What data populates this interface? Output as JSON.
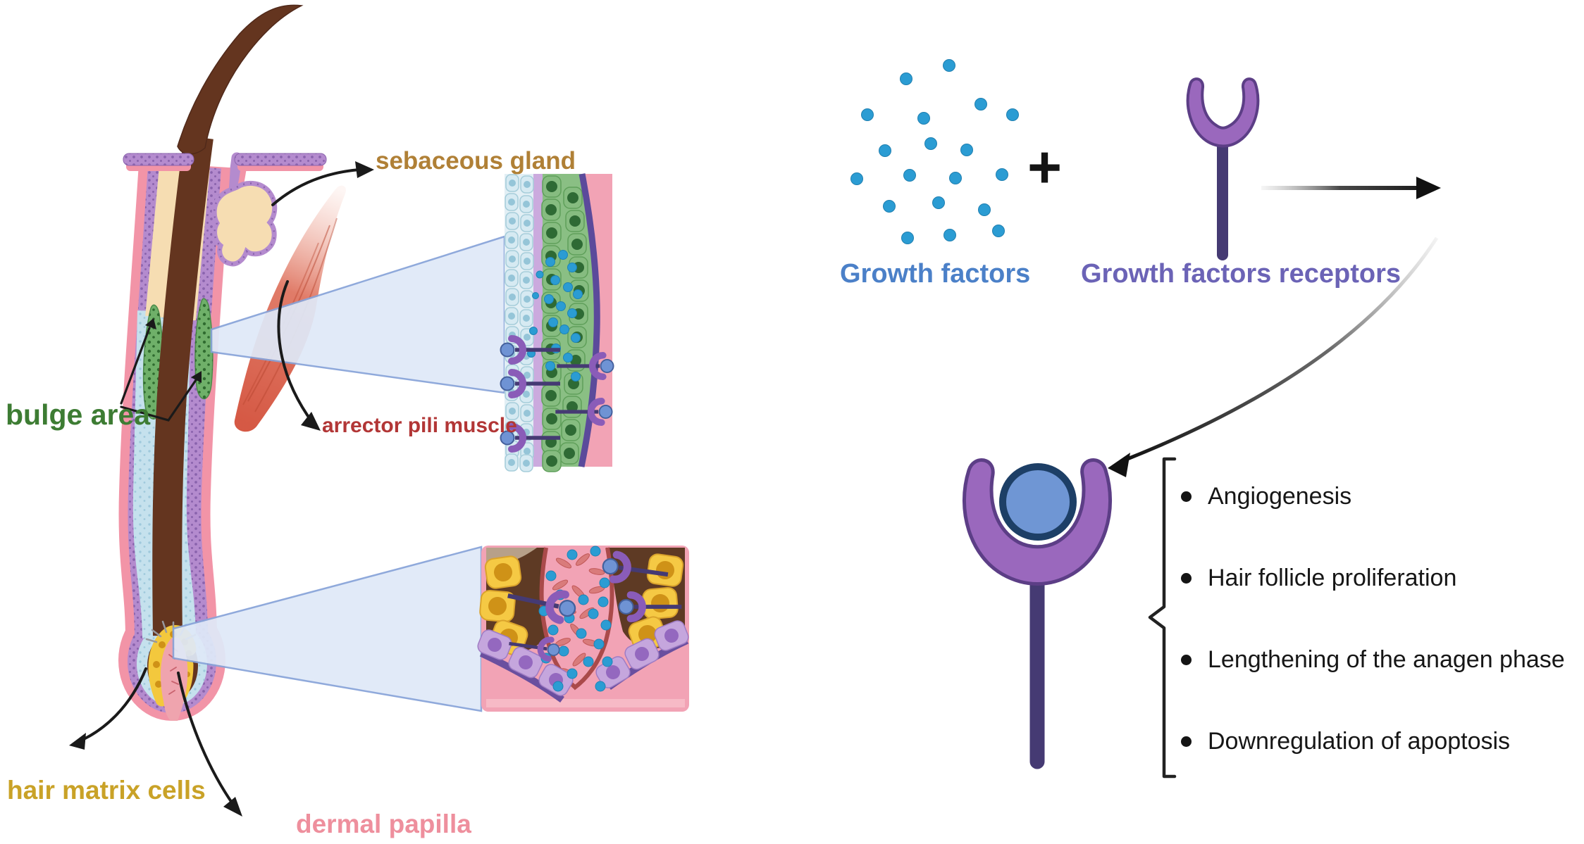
{
  "anatomy_labels": {
    "sebaceous_gland": {
      "text": "sebaceous gland",
      "color": "#b08036"
    },
    "arrector_pili_muscle": {
      "text": "arrector pili muscle",
      "color": "#b23636"
    },
    "bulge_area": {
      "text": "bulge area",
      "color": "#3d7c33"
    },
    "hair_matrix_cells": {
      "text": "hair matrix cells",
      "color": "#c9a227"
    },
    "dermal_papilla": {
      "text": "dermal papilla",
      "color": "#ee8f9d"
    }
  },
  "pathway": {
    "growth_factors_label": {
      "text": "Growth factors",
      "color": "#4b80c8"
    },
    "plus_sign": "+",
    "receptors_label": {
      "text": "Growth factors receptors",
      "color": "#6b63b6"
    },
    "effects": [
      "Angiogenesis",
      "Hair follicle proliferation",
      "Lengthening of the anagen phase",
      "Downregulation of apoptosis"
    ]
  },
  "palette": {
    "growth_factor_dot": "#2b9cd3",
    "receptor_purple": "#9a68bd",
    "receptor_stem": "#453a73",
    "ligand_blue": "#6f96d4",
    "bulge_green": "#6fb069",
    "follicle_pink": "#f294a7",
    "sheath_purple": "#b48bce",
    "inner_blue": "#c5e1ed",
    "hair_brown": "#64351f",
    "sebum_tan": "#f6ddb2",
    "muscle_red": "#d4543f",
    "matrix_yellow": "#f3c83d",
    "papilla_pink": "#efa4ae"
  }
}
